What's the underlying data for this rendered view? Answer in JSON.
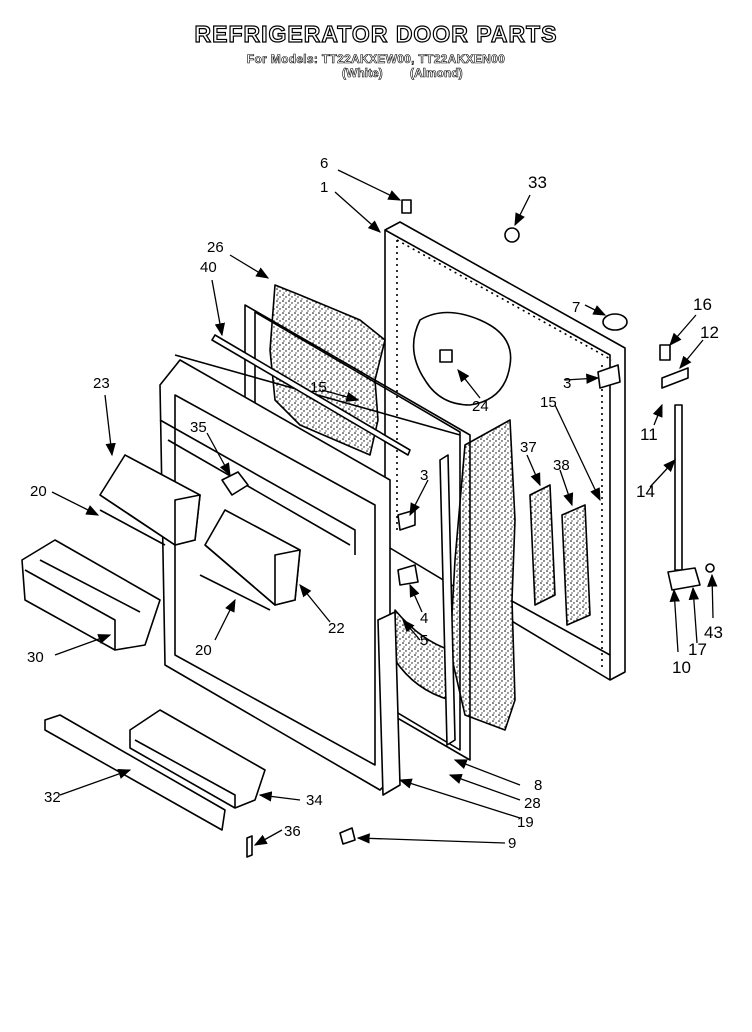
{
  "header": {
    "title": "REFRIGERATOR DOOR PARTS",
    "models_line": "For Models: TT22AKXEW00, TT22AKXEN00",
    "color_white": "(White)",
    "color_almond": "(Almond)"
  },
  "callouts": [
    "6",
    "1",
    "33",
    "26",
    "40",
    "7",
    "16",
    "12",
    "23",
    "15",
    "3",
    "24",
    "15",
    "11",
    "35",
    "3",
    "37",
    "38",
    "14",
    "20",
    "4",
    "5",
    "20",
    "22",
    "30",
    "43",
    "10",
    "17",
    "8",
    "28",
    "32",
    "34",
    "19",
    "36",
    "9"
  ]
}
